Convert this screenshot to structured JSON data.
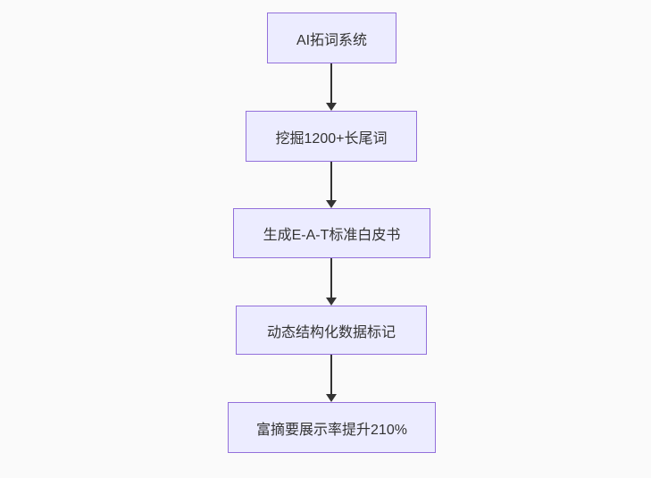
{
  "diagram": {
    "type": "flowchart",
    "direction": "top-to-bottom",
    "nodes": [
      {
        "label": "AI拓词系统"
      },
      {
        "label": "挖掘1200+长尾词"
      },
      {
        "label": "生成E-A-T标准白皮书"
      },
      {
        "label": "动态结构化数据标记"
      },
      {
        "label": "富摘要展示率提升210%"
      }
    ],
    "edges": [
      {
        "from": 0,
        "to": 1,
        "style": "arrow-down"
      },
      {
        "from": 1,
        "to": 2,
        "style": "arrow-down"
      },
      {
        "from": 2,
        "to": 3,
        "style": "arrow-down"
      },
      {
        "from": 3,
        "to": 4,
        "style": "arrow-down"
      }
    ],
    "colors": {
      "background": "#fafafa",
      "node_fill": "#ececff",
      "node_border": "#9370db",
      "node_text": "#333333",
      "arrow": "#333333"
    }
  }
}
